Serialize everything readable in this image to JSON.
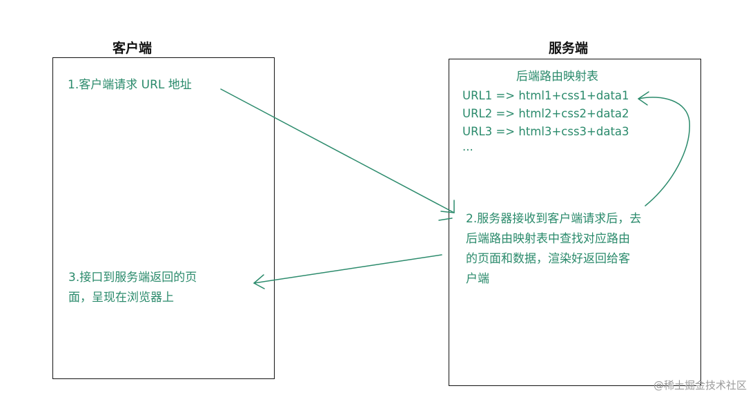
{
  "client": {
    "title": "客户端",
    "step1": "1.客户端请求 URL 地址",
    "step3_lines": [
      "3.接口到服务端返回的页",
      "面，呈现在浏览器上"
    ]
  },
  "server": {
    "title": "服务端",
    "table_title": "后端路由映射表",
    "mappings": [
      "URL1 => html1+css1+data1",
      "URL2  => html2+css2+data2",
      "URL3  => html3+css3+data3",
      "..."
    ],
    "step2_lines": [
      "2.服务器接收到客户端请求后，去",
      "后端路由映射表中查找对应路由",
      "的页面和数据，渲染好返回给客",
      "户端"
    ]
  },
  "watermark": "@稀土掘金技术社区",
  "colors": {
    "annotation": "#2a8a6b",
    "border": "#111111"
  }
}
